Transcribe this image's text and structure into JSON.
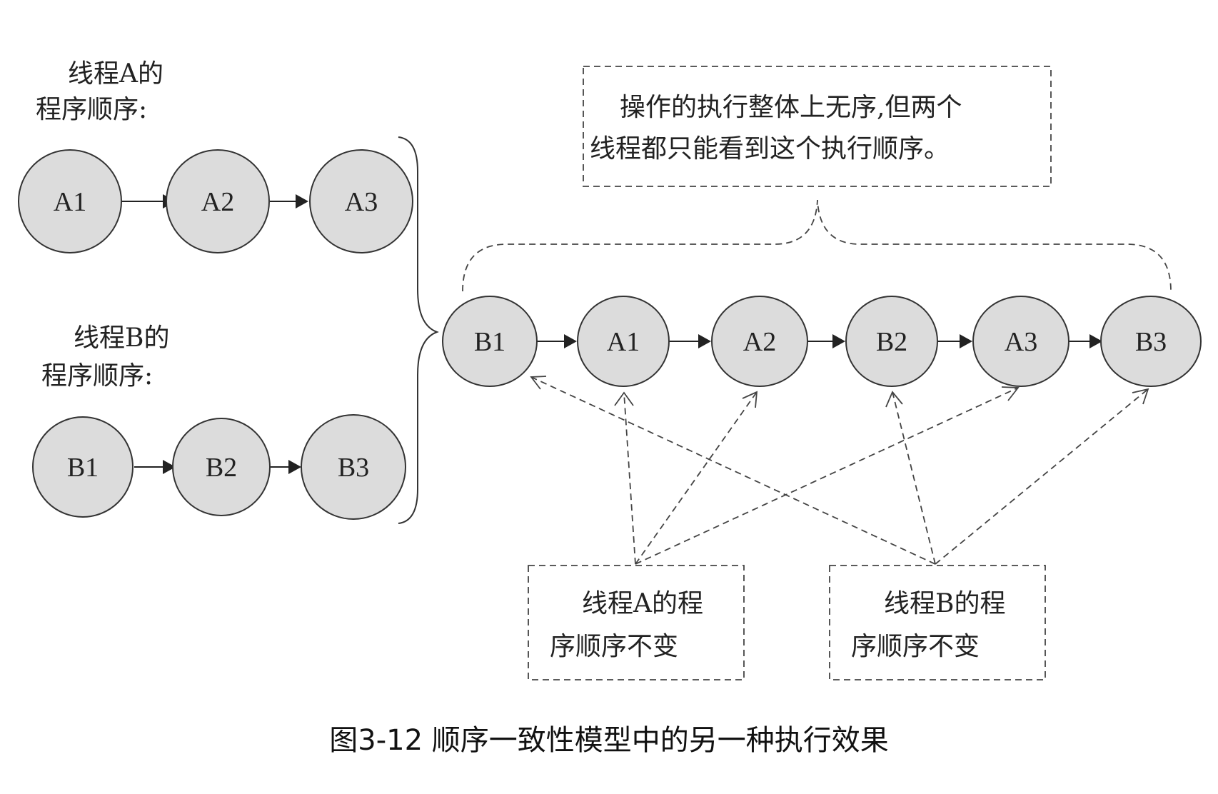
{
  "thread_a": {
    "heading_line1": "线程A的",
    "heading_line2": "程序顺序:",
    "nodes": [
      "A1",
      "A2",
      "A3"
    ]
  },
  "thread_b": {
    "heading_line1": "线程B的",
    "heading_line2": "程序顺序:",
    "nodes": [
      "B1",
      "B2",
      "B3"
    ]
  },
  "merged": {
    "nodes": [
      "B1",
      "A1",
      "A2",
      "B2",
      "A3",
      "B3"
    ]
  },
  "notes": {
    "top_line1": "操作的执行整体上无序,但两个",
    "top_line2": "线程都只能看到这个执行顺序。",
    "thread_a_line1": "线程A的程",
    "thread_a_line2": "序顺序不变",
    "thread_b_line1": "线程B的程",
    "thread_b_line2": "序顺序不变"
  },
  "caption": "图3-12 顺序一致性模型中的另一种执行效果"
}
